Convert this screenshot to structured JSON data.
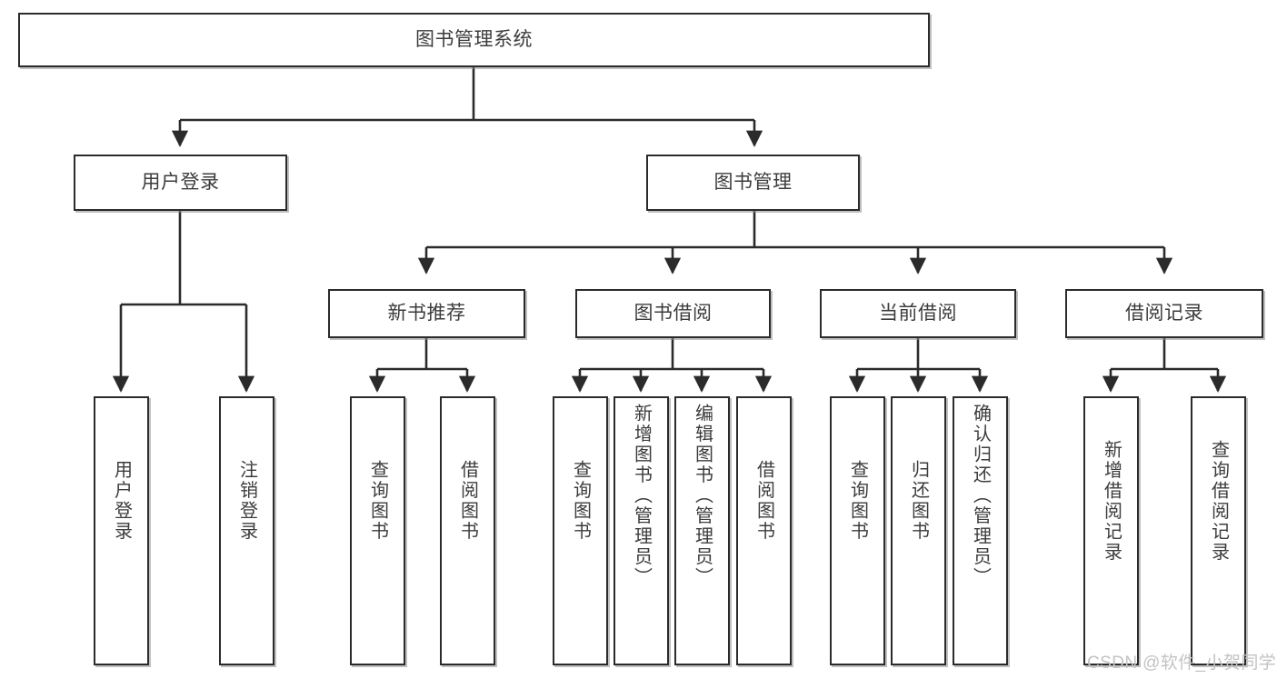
{
  "diagram": {
    "type": "tree-hierarchy",
    "title": "图书管理系统",
    "watermark": "CSDN @软件_小贺同学",
    "colors": {
      "box_border": "#2b2b2b",
      "box_fill": "#ffffff",
      "text": "#3c3c3c",
      "connector": "#2b2b2b",
      "watermark": "#c3c3c3",
      "background": "#ffffff"
    },
    "levels": {
      "root": {
        "label": "图书管理系统"
      },
      "level2": [
        {
          "label": "用户登录"
        },
        {
          "label": "图书管理"
        }
      ],
      "level3": [
        {
          "label": "新书推荐"
        },
        {
          "label": "图书借阅"
        },
        {
          "label": "当前借阅"
        },
        {
          "label": "借阅记录"
        }
      ],
      "leaves": {
        "user_login": [
          {
            "label": "用户登录"
          },
          {
            "label": "注销登录"
          }
        ],
        "new_book_recommend": [
          {
            "label": "查询图书"
          },
          {
            "label": "借阅图书"
          }
        ],
        "book_borrow": [
          {
            "label": "查询图书"
          },
          {
            "label": "新增图书（管理员）"
          },
          {
            "label": "编辑图书（管理员）"
          },
          {
            "label": "借阅图书"
          }
        ],
        "current_borrow": [
          {
            "label": "查询图书"
          },
          {
            "label": "归还图书"
          },
          {
            "label": "确认归还（管理员）"
          }
        ],
        "borrow_record": [
          {
            "label": "新增借阅记录"
          },
          {
            "label": "查询借阅记录"
          }
        ]
      }
    }
  }
}
